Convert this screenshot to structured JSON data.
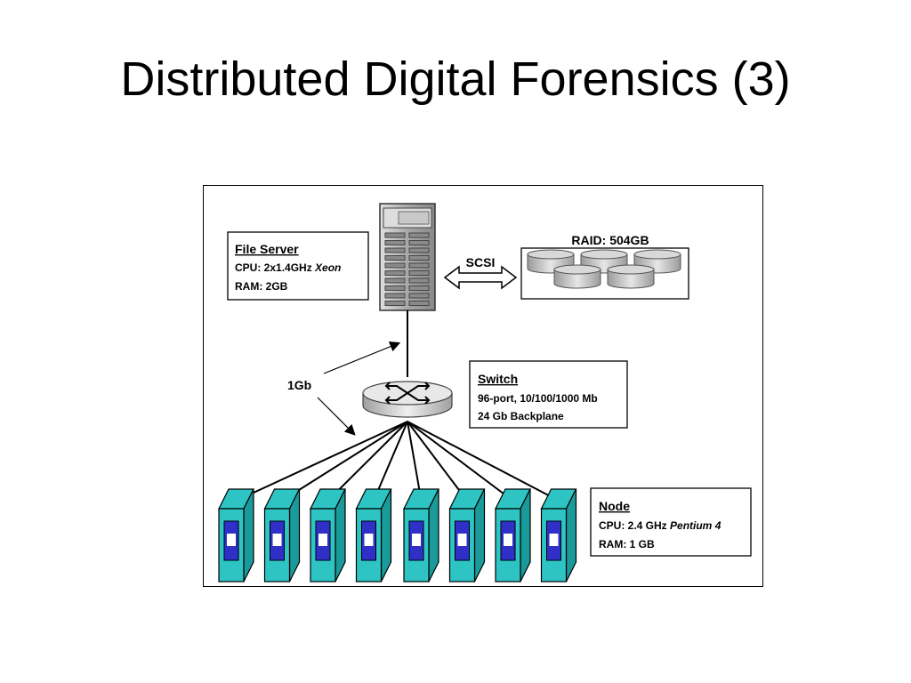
{
  "slide": {
    "title": "Distributed Digital Forensics (3)"
  },
  "file_server": {
    "heading": "File Server",
    "cpu_prefix": "CPU: 2x1.4GHz ",
    "cpu_model": "Xeon",
    "ram": "RAM: 2GB"
  },
  "raid": {
    "label": "RAID: 504GB"
  },
  "connections": {
    "scsi_label": "SCSI",
    "network_label": "1Gb"
  },
  "switch": {
    "heading": "Switch",
    "ports": "96-port, 10/100/1000 Mb",
    "backplane": "24 Gb Backplane"
  },
  "node": {
    "heading": "Node",
    "cpu_prefix": "CPU: 2.4 GHz ",
    "cpu_model": "Pentium 4",
    "ram": "RAM: 1 GB",
    "count": 8
  },
  "colors": {
    "node_face": "#2ec4c4",
    "node_side": "#1a9a9a",
    "node_slot": "#3030c8",
    "disk_fill": "#c8c8c8",
    "server_fill": "#b8b8b8"
  }
}
